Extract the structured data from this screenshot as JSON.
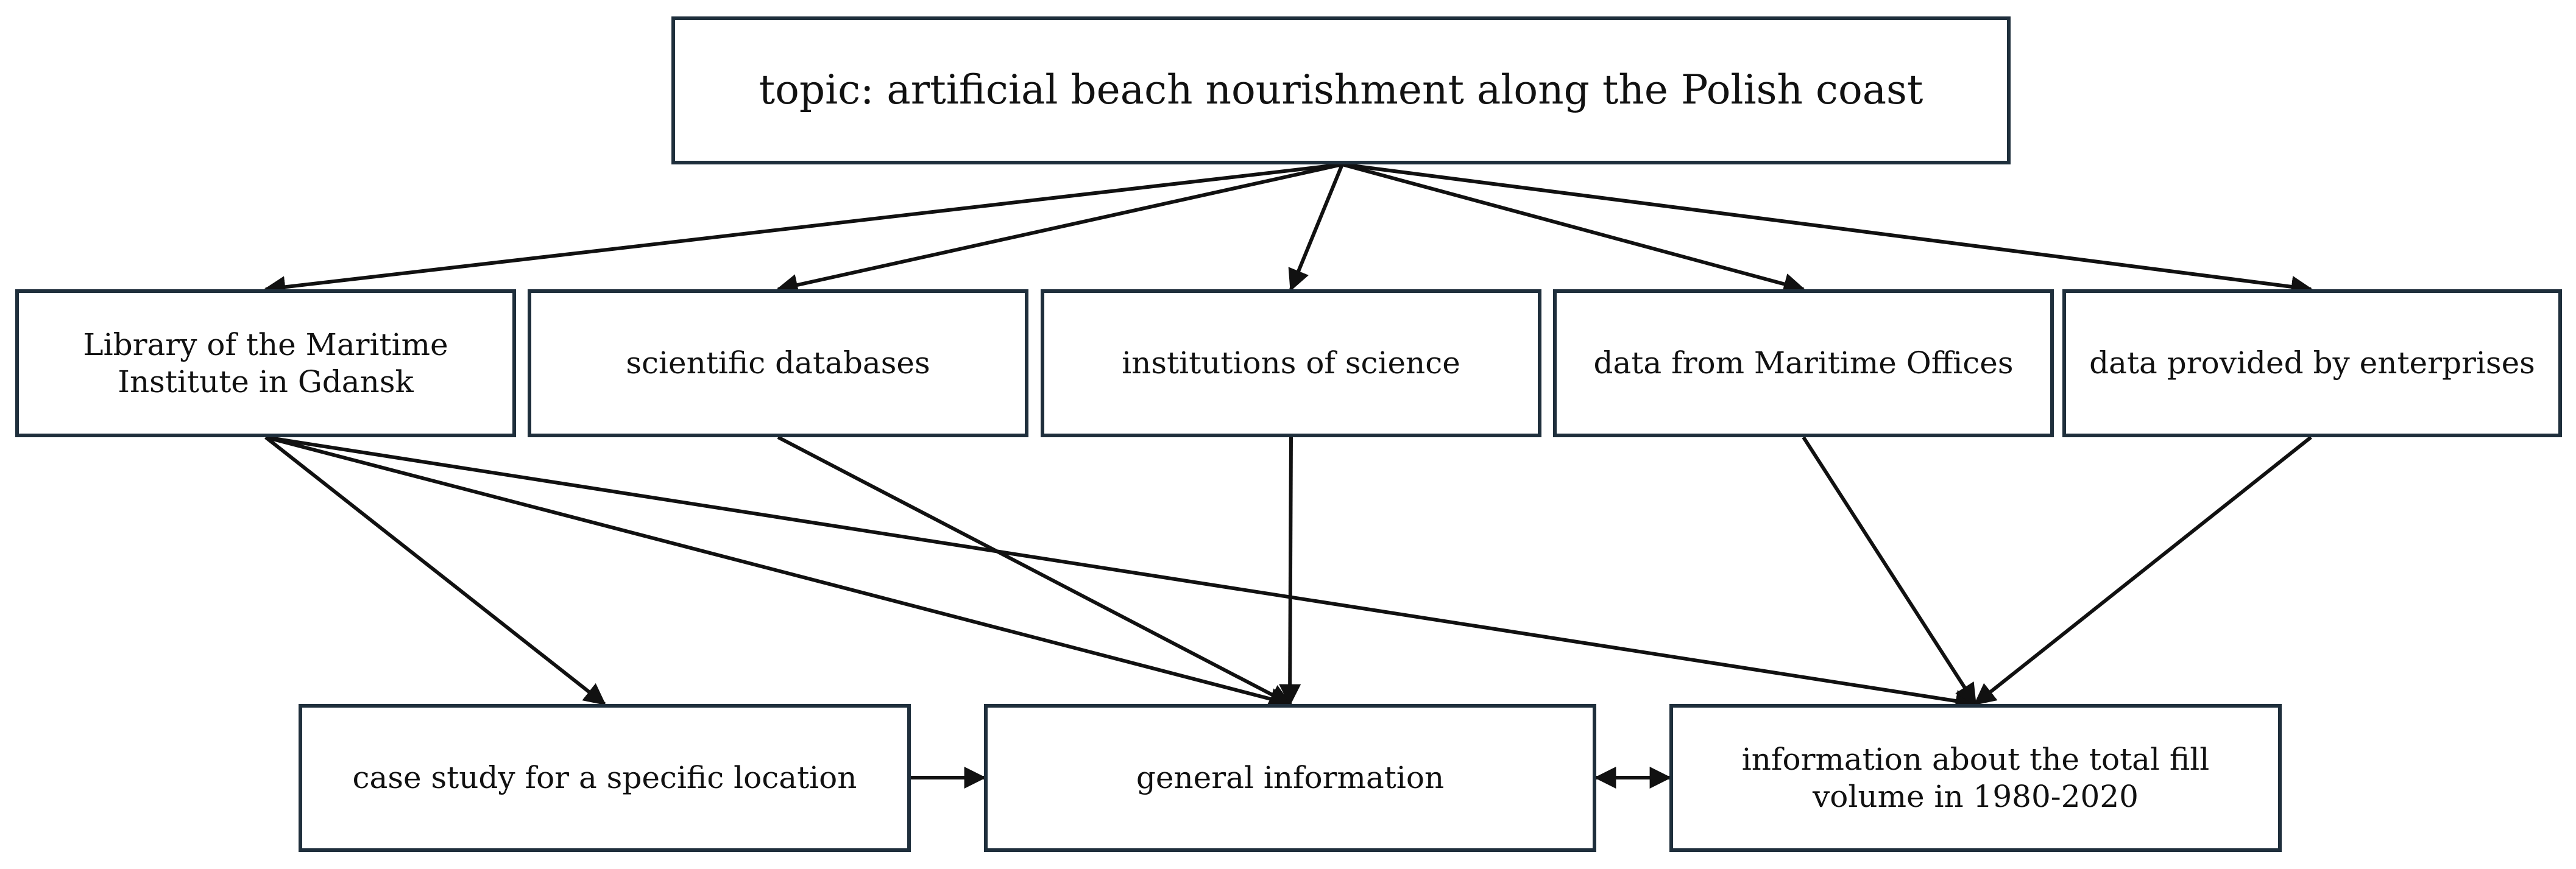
{
  "diagram": {
    "nodes": {
      "topic": "topic: artificial beach nourishment along the Polish coast",
      "library": "Library of the Maritime Institute in Gdansk",
      "scientific": "scientific databases",
      "institutions": "institutions of science",
      "maritime": "data from Maritime Offices",
      "enterprises": "data provided by enterprises",
      "case_study": "case study for a specific location",
      "general": "general information",
      "fill_volume": "information about the total fill volume in 1980-2020"
    },
    "edges": [
      {
        "from": "topic",
        "to": "library"
      },
      {
        "from": "topic",
        "to": "scientific"
      },
      {
        "from": "topic",
        "to": "institutions"
      },
      {
        "from": "topic",
        "to": "maritime"
      },
      {
        "from": "topic",
        "to": "enterprises"
      },
      {
        "from": "library",
        "to": "case_study"
      },
      {
        "from": "library",
        "to": "general"
      },
      {
        "from": "library",
        "to": "fill_volume"
      },
      {
        "from": "scientific",
        "to": "general"
      },
      {
        "from": "institutions",
        "to": "general"
      },
      {
        "from": "maritime",
        "to": "fill_volume"
      },
      {
        "from": "enterprises",
        "to": "fill_volume"
      },
      {
        "from": "case_study",
        "to": "general"
      },
      {
        "from": "general",
        "to": "fill_volume",
        "bidirectional": true
      }
    ],
    "colors": {
      "border": "#1f2f3c",
      "arrow": "#111111",
      "text": "#111111"
    }
  }
}
